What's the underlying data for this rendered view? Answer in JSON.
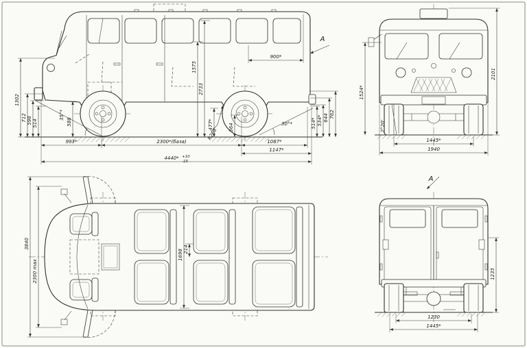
{
  "drawing": {
    "bg": "#fafaf7",
    "ink": "#2e2e2e"
  },
  "side_view": {
    "view_arrow_label": "A",
    "dims": {
      "height_1302": "1302",
      "height_712": "712",
      "height_598": "598",
      "height_514": "514",
      "approach_angle": "35°*",
      "height_588": "588",
      "height_1575": "1575",
      "height_2733": "2733",
      "width_900": "900*",
      "height_477": "477*",
      "radius_r268": "R268",
      "height_364": "364",
      "departure_angle": "30°*",
      "height_514r": "514*",
      "height_534": "534*",
      "height_644": "644",
      "height_762": "762",
      "front_overhang_993": "993*",
      "wheelbase_2300": "2300*(база)",
      "rear_overhang_1087": "1087*",
      "rear_1147": "1147*",
      "overall_length": "4440*",
      "length_tol_upper": "+10",
      "length_tol_lower": "-15"
    }
  },
  "front_view": {
    "dims": {
      "height_1524": "1524*",
      "overall_height_2101": "2101",
      "camber_angle": "2°20'",
      "track_1445": "1445*",
      "overall_width_1940": "1940"
    }
  },
  "rear_view": {
    "view_label": "A",
    "dims": {
      "height_1235": "1235",
      "width_1230": "1230",
      "track_1445": "1445*"
    }
  },
  "top_view": {
    "dims": {
      "width_3840": "3840",
      "width_2300max": "2300 max",
      "offset_214": "214",
      "interior_width_1698": "1698"
    }
  }
}
